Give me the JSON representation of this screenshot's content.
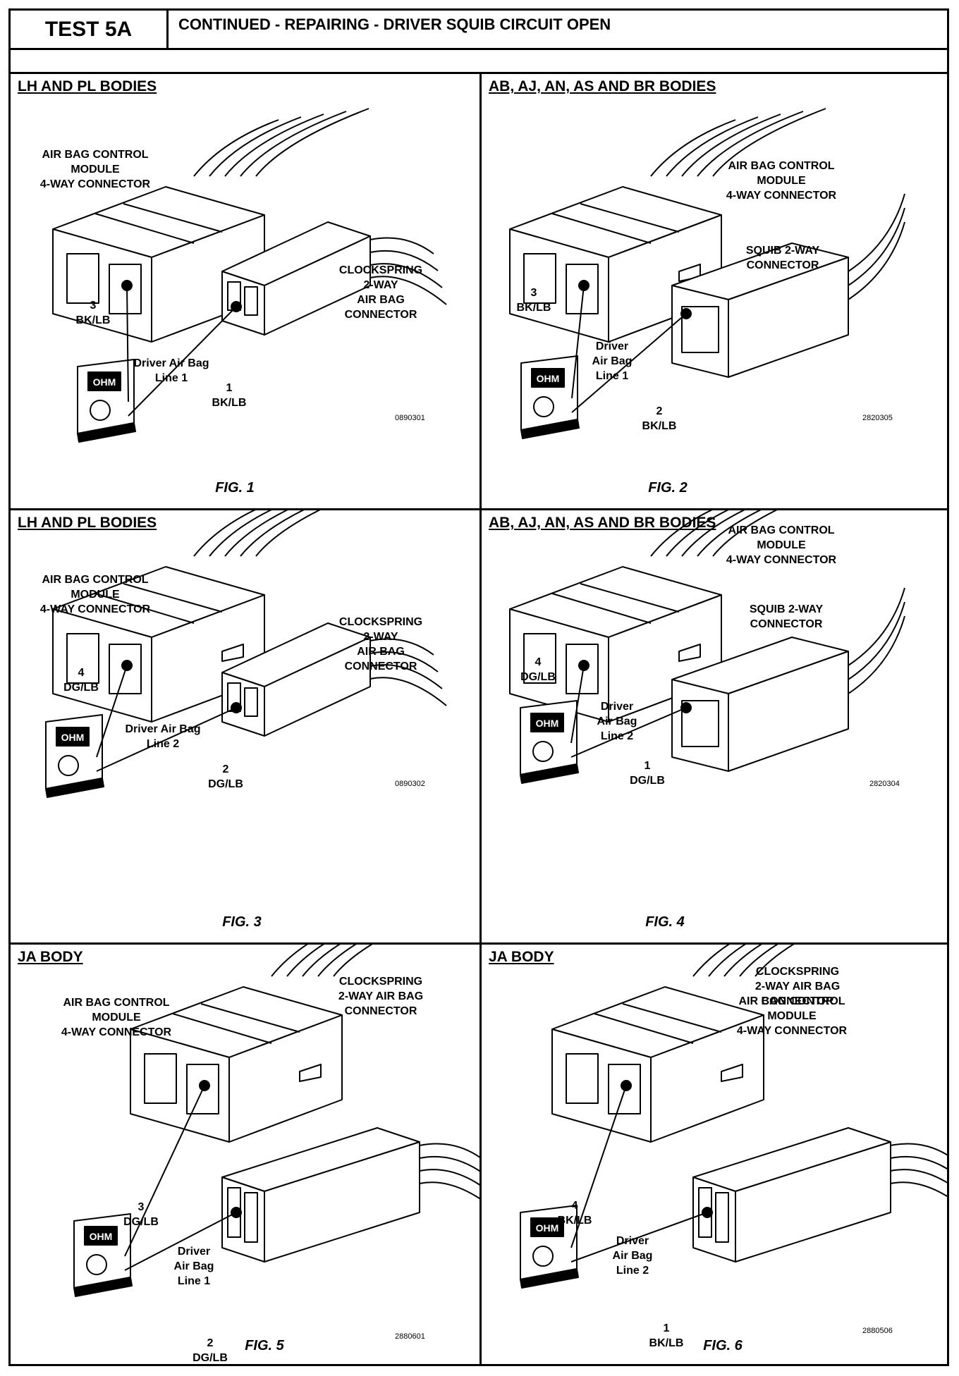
{
  "header": {
    "test_label": "TEST 5A",
    "title": "CONTINUED - REPAIRING - DRIVER SQUIB CIRCUIT OPEN"
  },
  "panels": [
    {
      "body_title": "LH AND PL BODIES",
      "module_label": [
        "AIR BAG CONTROL",
        "MODULE",
        "4-WAY CONNECTOR"
      ],
      "target_label": [
        "CLOCKSPRING",
        "2-WAY",
        "AIR BAG",
        "CONNECTOR"
      ],
      "pin_a": [
        "3",
        "BK/LB"
      ],
      "line_label": [
        "Driver Air Bag",
        "Line 1"
      ],
      "pin_b": [
        "1",
        "BK/LB"
      ],
      "code": "0890301",
      "figure": "FIG. 1",
      "meter_text": "OHM"
    },
    {
      "body_title": "AB, AJ, AN, AS AND BR BODIES",
      "module_label": [
        "AIR BAG CONTROL",
        "MODULE",
        "4-WAY CONNECTOR"
      ],
      "target_label": [
        "SQUIB 2-WAY",
        "CONNECTOR"
      ],
      "pin_a": [
        "3",
        "BK/LB"
      ],
      "line_label": [
        "Driver",
        "Air Bag",
        "Line 1"
      ],
      "pin_b": [
        "2",
        "BK/LB"
      ],
      "code": "2820305",
      "figure": "FIG. 2",
      "meter_text": "OHM"
    },
    {
      "body_title": "LH AND PL BODIES",
      "module_label": [
        "AIR BAG CONTROL",
        "MODULE",
        "4-WAY CONNECTOR"
      ],
      "target_label": [
        "CLOCKSPRING",
        "2-WAY",
        "AIR BAG",
        "CONNECTOR"
      ],
      "pin_a": [
        "4",
        "DG/LB"
      ],
      "line_label": [
        "Driver Air Bag",
        "Line 2"
      ],
      "pin_b": [
        "2",
        "DG/LB"
      ],
      "code": "0890302",
      "figure": "FIG. 3",
      "meter_text": "OHM"
    },
    {
      "body_title": "AB, AJ, AN, AS AND BR BODIES",
      "module_label": [
        "AIR BAG CONTROL",
        "MODULE",
        "4-WAY CONNECTOR"
      ],
      "target_label": [
        "SQUIB 2-WAY",
        "CONNECTOR"
      ],
      "pin_a": [
        "4",
        "DG/LB"
      ],
      "line_label": [
        "Driver",
        "Air Bag",
        "Line 2"
      ],
      "pin_b": [
        "1",
        "DG/LB"
      ],
      "code": "2820304",
      "figure": "FIG. 4",
      "meter_text": "OHM"
    },
    {
      "body_title": "JA BODY",
      "module_label": [
        "AIR BAG CONTROL",
        "MODULE",
        "4-WAY CONNECTOR"
      ],
      "target_label": [
        "CLOCKSPRING",
        "2-WAY AIR BAG",
        "CONNECTOR"
      ],
      "pin_a": [
        "3",
        "DG/LB"
      ],
      "line_label": [
        "Driver",
        "Air Bag",
        "Line 1"
      ],
      "pin_b": [
        "2",
        "DG/LB"
      ],
      "code": "2880601",
      "figure": "FIG. 5",
      "meter_text": "OHM"
    },
    {
      "body_title": "JA BODY",
      "module_label": [
        "AIR BAG CONTROL",
        "MODULE",
        "4-WAY CONNECTOR"
      ],
      "target_label": [
        "CLOCKSPRING",
        "2-WAY AIR BAG",
        "CONNECTOR"
      ],
      "pin_a": [
        "4",
        "BK/LB"
      ],
      "line_label": [
        "Driver",
        "Air Bag",
        "Line 2"
      ],
      "pin_b": [
        "1",
        "BK/LB"
      ],
      "code": "2880506",
      "figure": "FIG. 6",
      "meter_text": "OHM"
    }
  ]
}
